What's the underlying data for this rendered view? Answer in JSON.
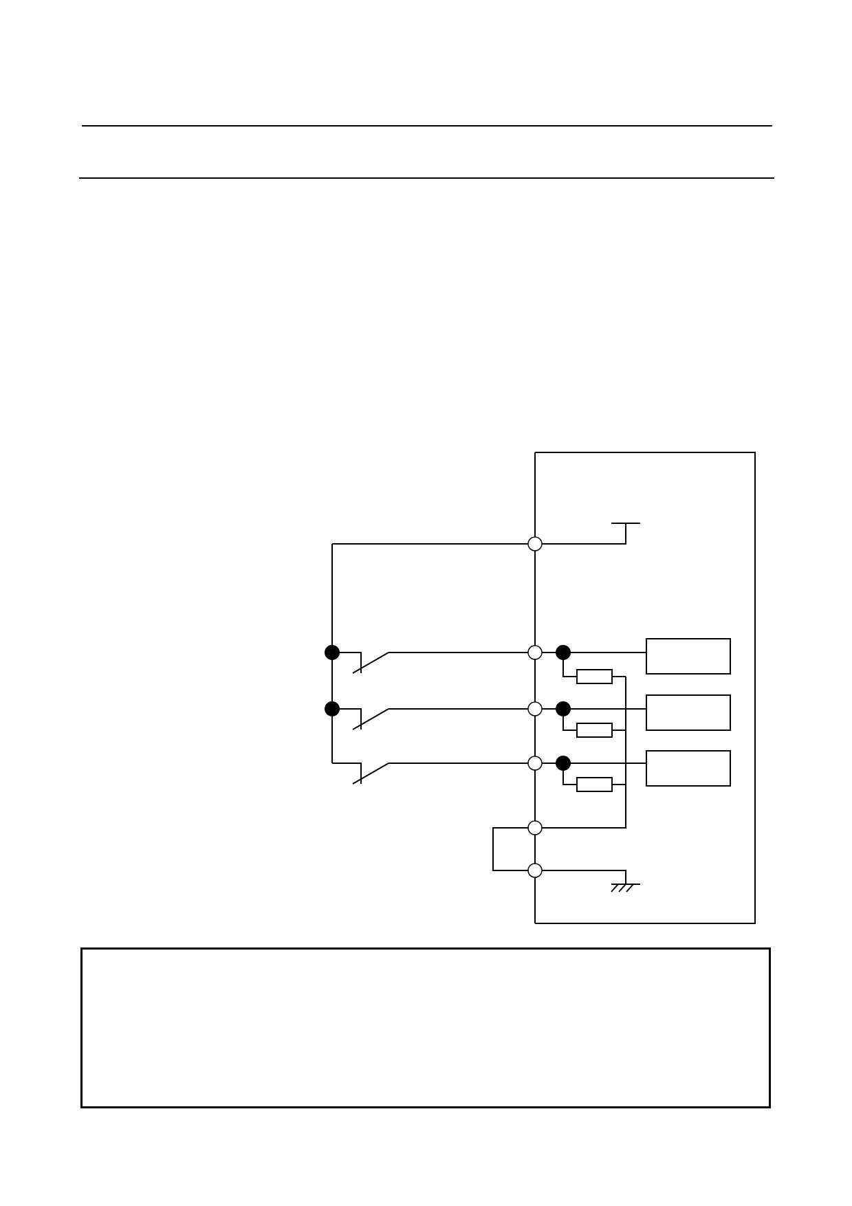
{
  "page": {
    "header_text": "",
    "note_text": ""
  },
  "diagram": {
    "kind": "wiring-schematic",
    "switch_count": 3,
    "resistor_count": 3,
    "load_box_count": 3,
    "open_terminal_count": 6,
    "filled_junction_count": 5,
    "symbols": [
      "supply-terminal-icon",
      "earth-ground-icon"
    ]
  }
}
